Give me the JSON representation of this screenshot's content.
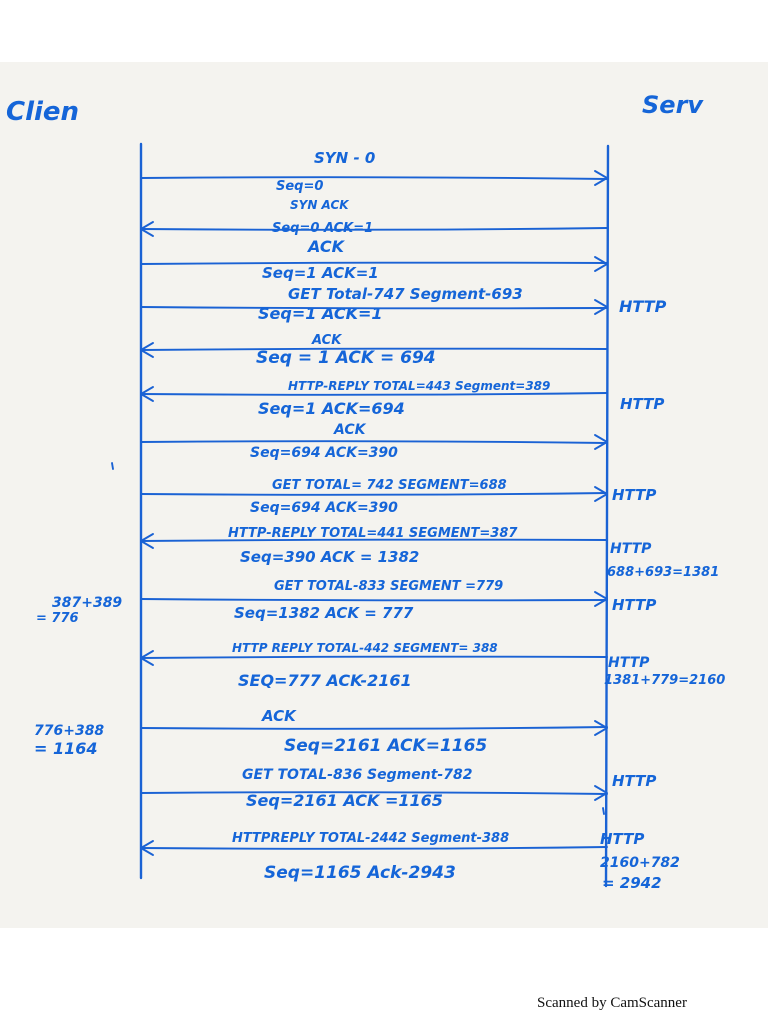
{
  "client_label": "Clien",
  "server_label": "Serv",
  "left_notes": [
    "387+389",
    "= 776",
    "776+388",
    "= 1164"
  ],
  "messages": [
    {
      "dir": "right",
      "labels": [
        "SYN - 0",
        "Seq=0"
      ],
      "side": []
    },
    {
      "dir": "left",
      "labels": [
        "SYN ACK",
        "Seq=0   ACK=1"
      ],
      "side": []
    },
    {
      "dir": "right",
      "labels": [
        "ACK",
        "Seq=1   ACK=1"
      ],
      "side": []
    },
    {
      "dir": "right",
      "labels": [
        "GET     Total-747   Segment-693"
      ],
      "side": [
        "HTTP"
      ]
    },
    {
      "dir": "left",
      "labels": [
        "Seq=1   ACK=1",
        "ACK"
      ],
      "side": []
    },
    {
      "dir": "left",
      "labels": [
        "Seq = 1    ACK = 694",
        "HTTP-REPLY  TOTAL=443   Segment=389"
      ],
      "side": [
        "HTTP"
      ]
    },
    {
      "dir": "right",
      "labels": [
        "Seq=1   ACK=694",
        "ACK"
      ],
      "side": []
    },
    {
      "dir": "right",
      "labels": [
        "Seq=694  ACK=390",
        "GET      TOTAL= 742       SEGMENT=688"
      ],
      "side": [
        "HTTP"
      ]
    },
    {
      "dir": "left",
      "labels": [
        "Seq=694  ACK=390",
        "HTTP-REPLY  TOTAL=441  SEGMENT=387"
      ],
      "side": [
        "HTTP",
        "688+693=1381"
      ]
    },
    {
      "dir": "right",
      "labels": [
        "Seq=390   ACK = 1382",
        "GET   TOTAL-833  SEGMENT =779"
      ],
      "side": [
        "HTTP"
      ]
    },
    {
      "dir": "left",
      "labels": [
        "Seq=1382    ACK = 777",
        "HTTP REPLY   TOTAL-442   SEGMENT= 388"
      ],
      "side": [
        "HTTP",
        "1381+779=2160"
      ]
    },
    {
      "dir": "right",
      "labels": [
        "SEQ=777   ACK-2161",
        "ACK"
      ],
      "side": []
    },
    {
      "dir": "right",
      "labels": [
        "Seq=2161  ACK=1165",
        "GET     TOTAL-836   Segment-782"
      ],
      "side": [
        "HTTP"
      ]
    },
    {
      "dir": "left",
      "labels": [
        "Seq=2161    ACK =1165",
        "HTTPREPLY  TOTAL-2442  Segment-388"
      ],
      "side": [
        "HTTP",
        "2160+782",
        "= 2942"
      ]
    }
  ],
  "bottom_label": "Seq=1165    Ack-2943",
  "footer": "Scanned by CamScanner"
}
